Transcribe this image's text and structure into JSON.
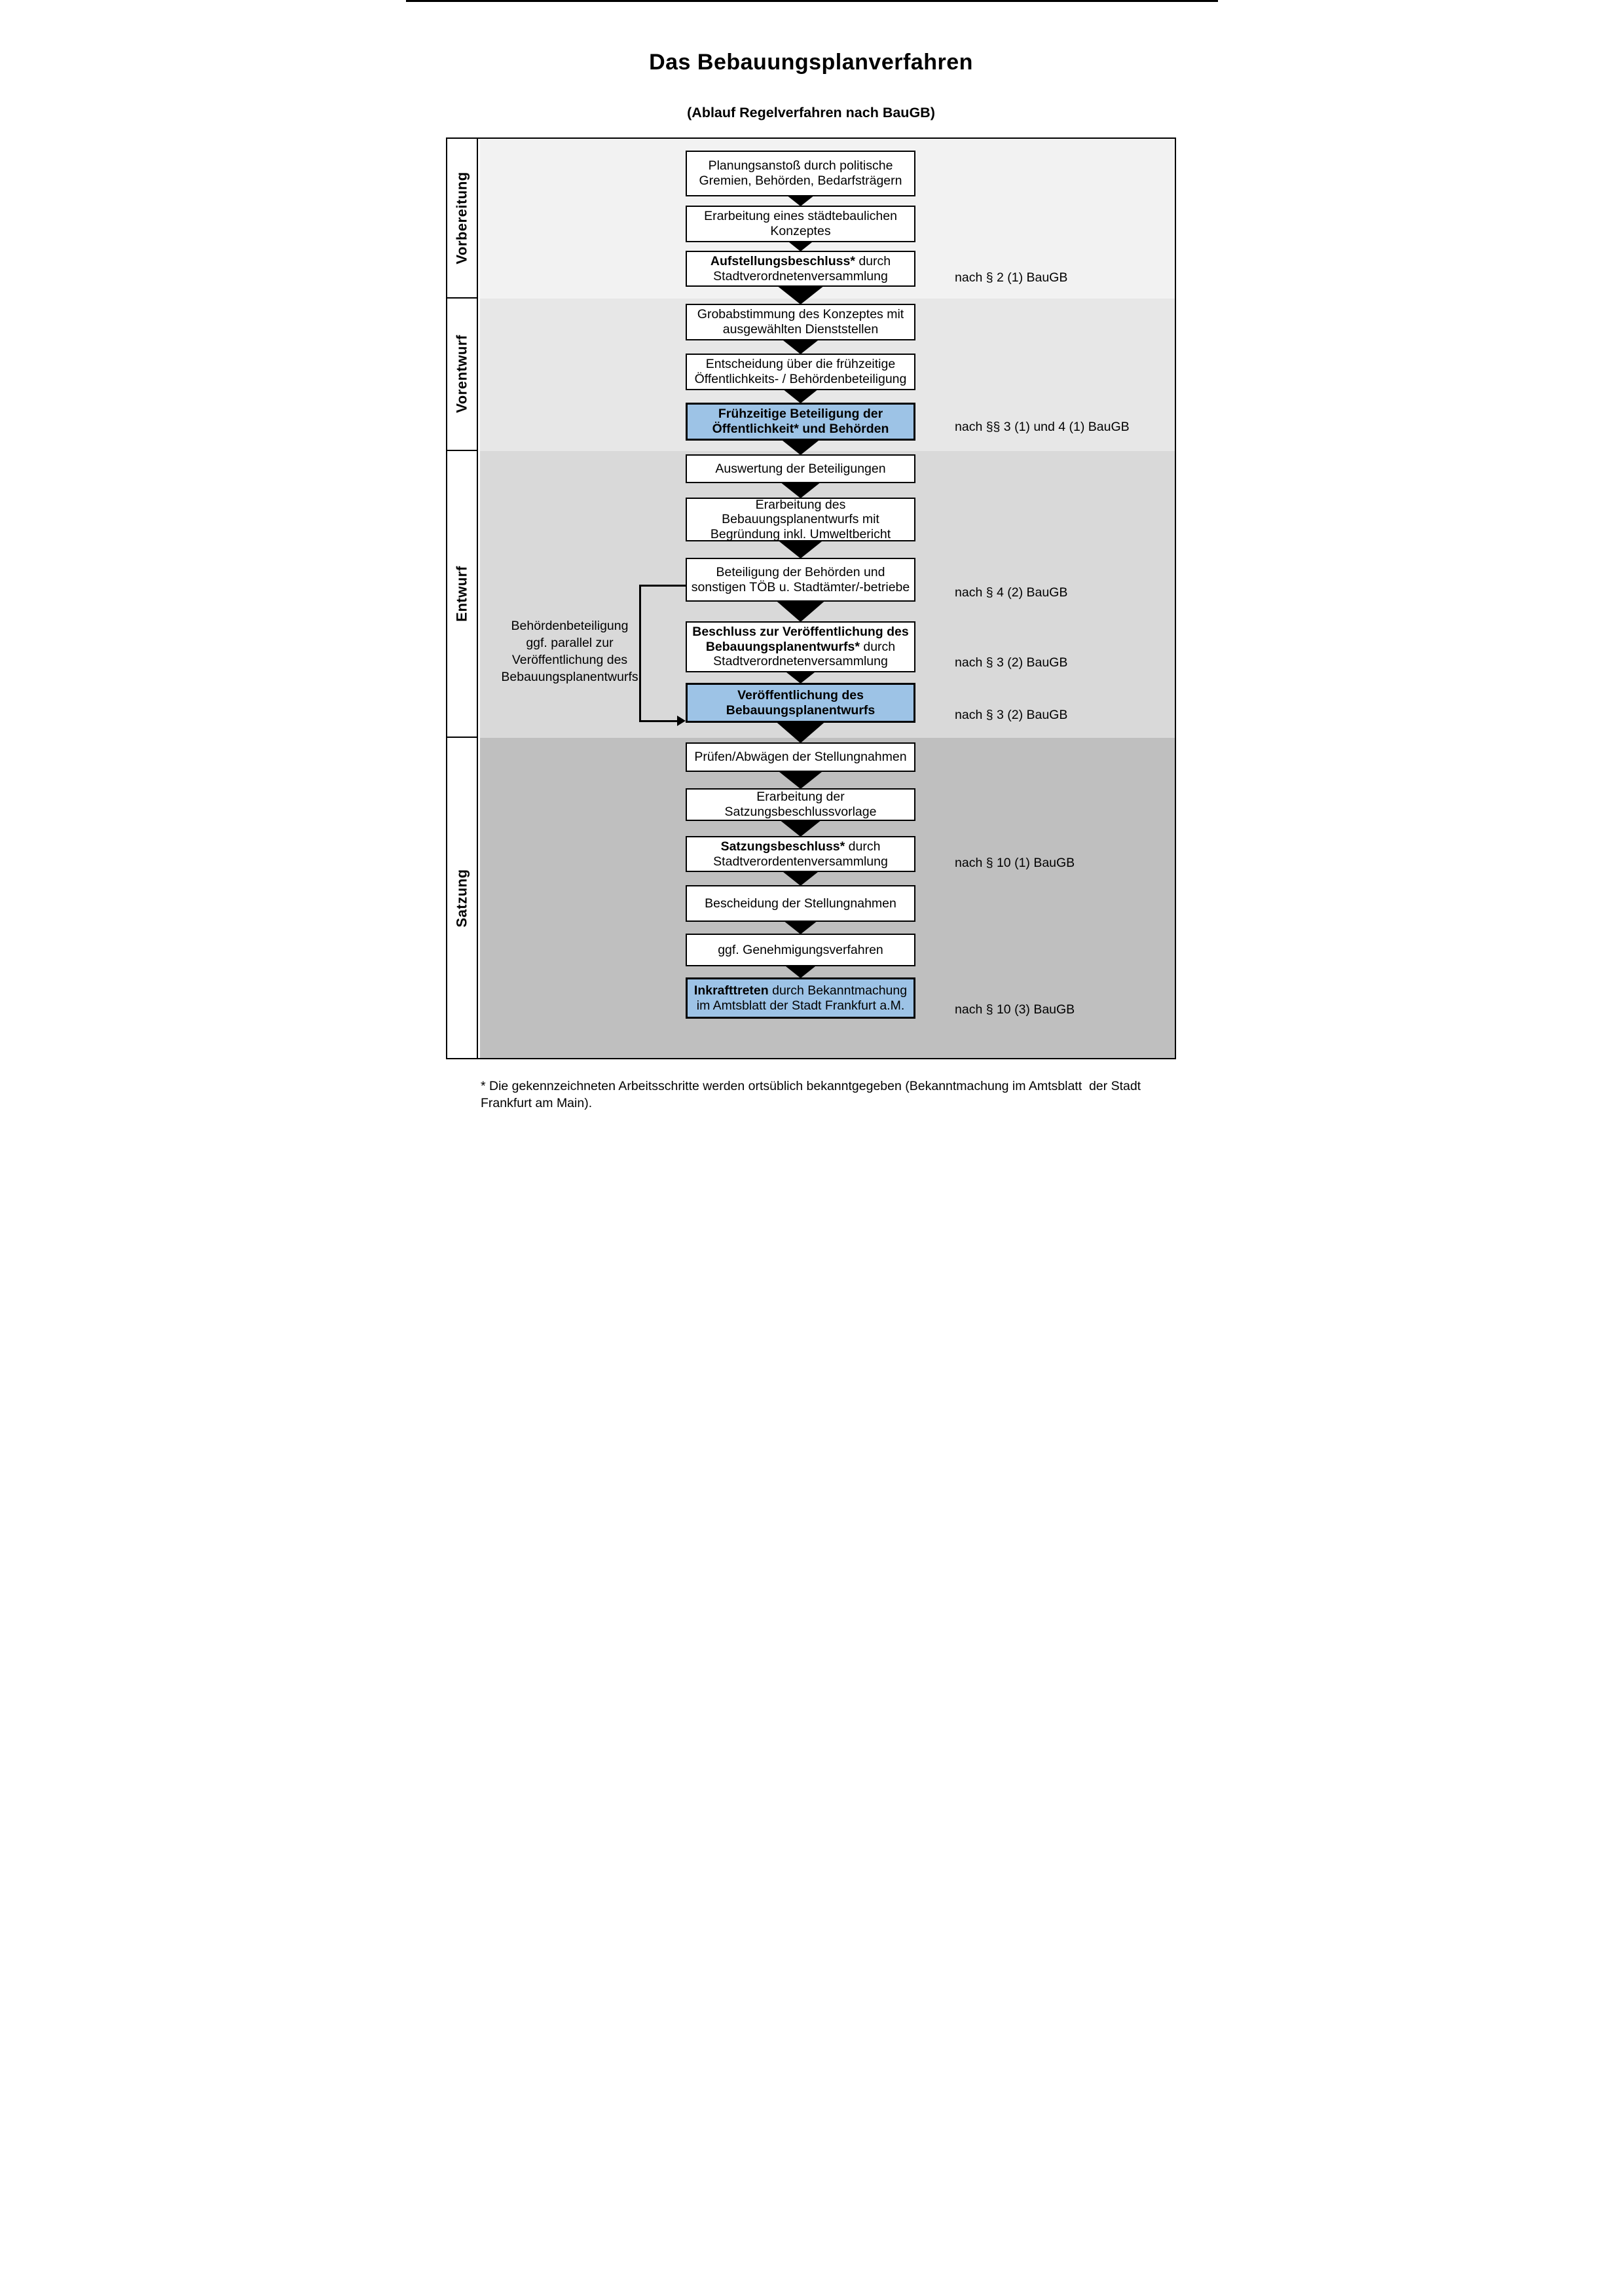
{
  "page": {
    "title": "Das Bebauungsplanverfahren",
    "subtitle": "(Ablauf Regelverfahren nach BauGB)"
  },
  "phases": [
    {
      "label": "Vorbereitung"
    },
    {
      "label": "Vorentwurf"
    },
    {
      "label": "Entwurf"
    },
    {
      "label": "Satzung"
    }
  ],
  "colors": {
    "accent_blue": "#9DC3E6",
    "phase_bands": [
      "#F2F2F2",
      "#E7E7E7",
      "#D9D9D9",
      "#BFBFBF"
    ],
    "line_black": "#000000"
  },
  "steps": [
    {
      "id": "planungsanstoss",
      "highlight": false,
      "lines": [
        [
          {
            "t": "Planungsanstoß durch politische"
          }
        ],
        [
          {
            "t": "Gremien, Behörden, Bedarfsträgern"
          }
        ]
      ]
    },
    {
      "id": "staedtebauliches-konzept",
      "highlight": false,
      "lines": [
        [
          {
            "t": "Erarbeitung eines städtebaulichen"
          }
        ],
        [
          {
            "t": "Konzeptes"
          }
        ]
      ]
    },
    {
      "id": "aufstellungsbeschluss",
      "highlight": false,
      "lines": [
        [
          {
            "t": "Aufstellungsbeschluss*",
            "b": true
          },
          {
            "t": " durch"
          }
        ],
        [
          {
            "t": "Stadtverordnetenversammlung"
          }
        ]
      ],
      "ref": "nach § 2 (1) BauGB"
    },
    {
      "id": "grobabstimmung",
      "highlight": false,
      "lines": [
        [
          {
            "t": "Grobabstimmung des Konzeptes mit"
          }
        ],
        [
          {
            "t": "ausgewählten Dienststellen"
          }
        ]
      ]
    },
    {
      "id": "entscheidung-beteiligung",
      "highlight": false,
      "lines": [
        [
          {
            "t": "Entscheidung über die frühzeitige"
          }
        ],
        [
          {
            "t": "Öffentlichkeits- / Behördenbeteiligung"
          }
        ]
      ]
    },
    {
      "id": "fruehzeitige-beteiligung",
      "highlight": true,
      "lines": [
        [
          {
            "t": "Frühzeitige Beteiligung der",
            "b": true
          }
        ],
        [
          {
            "t": "Öffentlichkeit* und Behörden",
            "b": true
          }
        ]
      ],
      "ref": "nach §§ 3 (1) und 4 (1) BauGB"
    },
    {
      "id": "auswertung-beteiligungen",
      "highlight": false,
      "lines": [
        [
          {
            "t": "Auswertung der Beteiligungen"
          }
        ]
      ]
    },
    {
      "id": "erarbeitung-entwurf",
      "highlight": false,
      "lines": [
        [
          {
            "t": "Erarbeitung des"
          }
        ],
        [
          {
            "t": "Bebauungsplanentwurfs mit"
          }
        ],
        [
          {
            "t": "Begründung inkl. Umweltbericht"
          }
        ]
      ]
    },
    {
      "id": "beteiligung-toeb",
      "highlight": false,
      "lines": [
        [
          {
            "t": "Beteiligung der Behörden und"
          }
        ],
        [
          {
            "t": "sonstigen TÖB u. Stadtämter/-betriebe"
          }
        ]
      ],
      "ref": "nach § 4 (2) BauGB"
    },
    {
      "id": "beschluss-veroeffentlichung",
      "highlight": false,
      "lines": [
        [
          {
            "t": "Beschluss zur Veröffentlichung des",
            "b": true
          }
        ],
        [
          {
            "t": "Bebauungsplanentwurfs*",
            "b": true
          },
          {
            "t": " durch"
          }
        ],
        [
          {
            "t": "Stadtverordnetenversammlung"
          }
        ]
      ],
      "ref": "nach § 3 (2) BauGB"
    },
    {
      "id": "veroeffentlichung-entwurf",
      "highlight": true,
      "lines": [
        [
          {
            "t": "Veröffentlichung des",
            "b": true
          }
        ],
        [
          {
            "t": "Bebauungsplanentwurfs",
            "b": true
          }
        ]
      ],
      "ref": "nach § 3 (2) BauGB"
    },
    {
      "id": "pruefen-abwaegen",
      "highlight": false,
      "lines": [
        [
          {
            "t": "Prüfen/Abwägen der Stellungnahmen"
          }
        ]
      ]
    },
    {
      "id": "satzungsbeschlussvorlage",
      "highlight": false,
      "lines": [
        [
          {
            "t": "Erarbeitung der"
          }
        ],
        [
          {
            "t": "Satzungsbeschlussvorlage"
          }
        ]
      ]
    },
    {
      "id": "satzungsbeschluss",
      "highlight": false,
      "lines": [
        [
          {
            "t": "Satzungsbeschluss*",
            "b": true
          },
          {
            "t": " durch"
          }
        ],
        [
          {
            "t": "Stadtverordentenversammlung"
          }
        ]
      ],
      "ref": "nach § 10 (1) BauGB"
    },
    {
      "id": "bescheidung-stellungnahmen",
      "highlight": false,
      "lines": [
        [
          {
            "t": "Bescheidung der Stellungnahmen"
          }
        ]
      ]
    },
    {
      "id": "genehmigungsverfahren",
      "highlight": false,
      "lines": [
        [
          {
            "t": "ggf. Genehmigungsverfahren"
          }
        ]
      ]
    },
    {
      "id": "inkrafttreten",
      "highlight": true,
      "lines": [
        [
          {
            "t": "Inkrafttreten",
            "b": true
          },
          {
            "t": " durch Bekanntmachung"
          }
        ],
        [
          {
            "t": "im Amtsblatt der Stadt Frankfurt a.M."
          }
        ]
      ],
      "ref": "nach § 10 (3) BauGB"
    }
  ],
  "annotation": {
    "lines": [
      "Behördenbeteiligung",
      "ggf. parallel zur",
      "Veröffentlichung des",
      "Bebauungsplanentwurfs"
    ]
  },
  "footnote": {
    "line1": "* Die gekennzeichneten Arbeitsschritte werden ortsüblich bekanntgegeben (Bekanntmachung im Amtsblatt  der Stadt",
    "line2": "Frankfurt am Main)."
  }
}
